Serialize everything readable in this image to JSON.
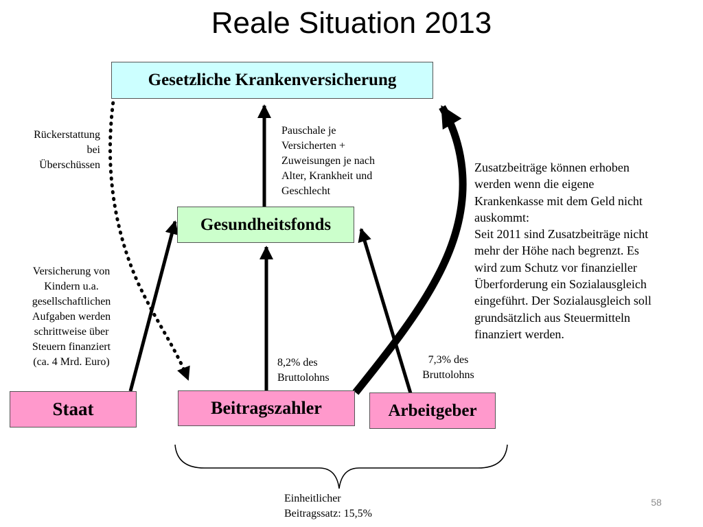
{
  "title": "Reale Situation 2013",
  "boxes": {
    "gkv": "Gesetzliche Krankenversicherung",
    "fonds": "Gesundheitsfonds",
    "staat": "Staat",
    "beitragszahler": "Beitragszahler",
    "arbeitgeber": "Arbeitgeber"
  },
  "notes": {
    "rueckerstattung": [
      "Rückerstattung",
      "bei",
      "Überschüssen"
    ],
    "pauschale": [
      "Pauschale je",
      "Versicherten +",
      "Zuweisungen je nach",
      "Alter, Krankheit und",
      "Geschlecht"
    ],
    "versicherung": [
      "Versicherung von",
      "Kindern u.a.",
      "gesellschaftlichen",
      "Aufgaben werden",
      "schrittweise über",
      "Steuern finanziert",
      "(ca. 4 Mrd. Euro)"
    ],
    "beitrag_82": [
      "8,2% des",
      "Bruttolohns"
    ],
    "beitrag_73": [
      "7,3% des",
      "Bruttolohns"
    ],
    "zusatz": [
      "Zusatzbeiträge können erhoben",
      "werden wenn die eigene",
      "Krankenkasse mit dem Geld nicht",
      "auskommt:",
      "Seit 2011 sind Zusatzbeiträge nicht",
      "mehr der Höhe nach begrenzt. Es",
      "wird zum Schutz vor finanzieller",
      "Überforderung ein Sozialausgleich",
      "eingeführt. Der Sozialausgleich soll",
      "grundsätzlich aus Steuermitteln",
      "finanziert werden."
    ],
    "einheitlich": [
      "Einheitlicher",
      "Beitragssatz: 15,5%"
    ]
  },
  "page_number": "58",
  "colors": {
    "gkv_fill": "#ccffff",
    "fonds_fill": "#ccffcc",
    "payer_fill": "#ff99cc"
  }
}
